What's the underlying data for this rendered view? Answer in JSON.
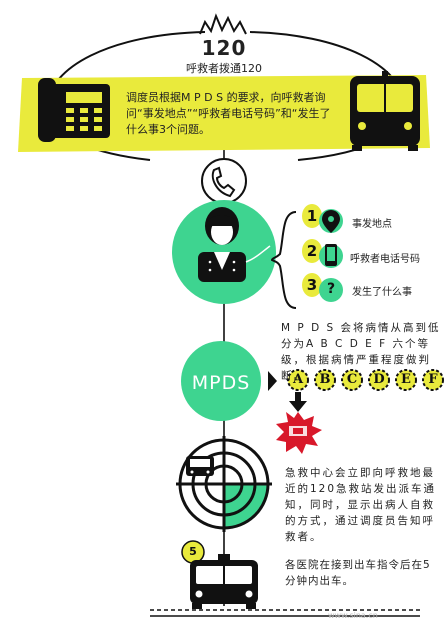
{
  "header": {
    "number": "120",
    "subtitle": "呼救者拨通120"
  },
  "banner": {
    "text": "调度员根据M P D S 的要求，向呼救者询问“事发地点”“呼救者电话号码”和“发生了什么事3个问题。"
  },
  "questions": [
    {
      "badge": "1",
      "icon": "location-pin-icon",
      "label": "事发地点"
    },
    {
      "badge": "2",
      "icon": "mobile-phone-icon",
      "label": "呼救者电话号码"
    },
    {
      "badge": "3",
      "icon": "question-mark-icon",
      "label": "发生了什么事"
    }
  ],
  "mpds": {
    "label": "MPDS",
    "description": "M P D S 会将病情从高到低分为A B C D E F 六个等级，根据病情严重程度做判断。",
    "grades": [
      "A",
      "B",
      "C",
      "D",
      "E",
      "F"
    ]
  },
  "dispatch": {
    "text": "急救中心会立即向呼救地最近的120急救站发出派车通知，同时，显示出病人自救的方式，通过调度员告知呼救者。"
  },
  "hospital": {
    "badge": "5",
    "text": "各医院在接到出车指令后在5分钟内出车。"
  },
  "watermark": "www.sina.cn",
  "colors": {
    "green": "#3ed490",
    "yellow": "#e9ea3c",
    "black": "#111111"
  }
}
